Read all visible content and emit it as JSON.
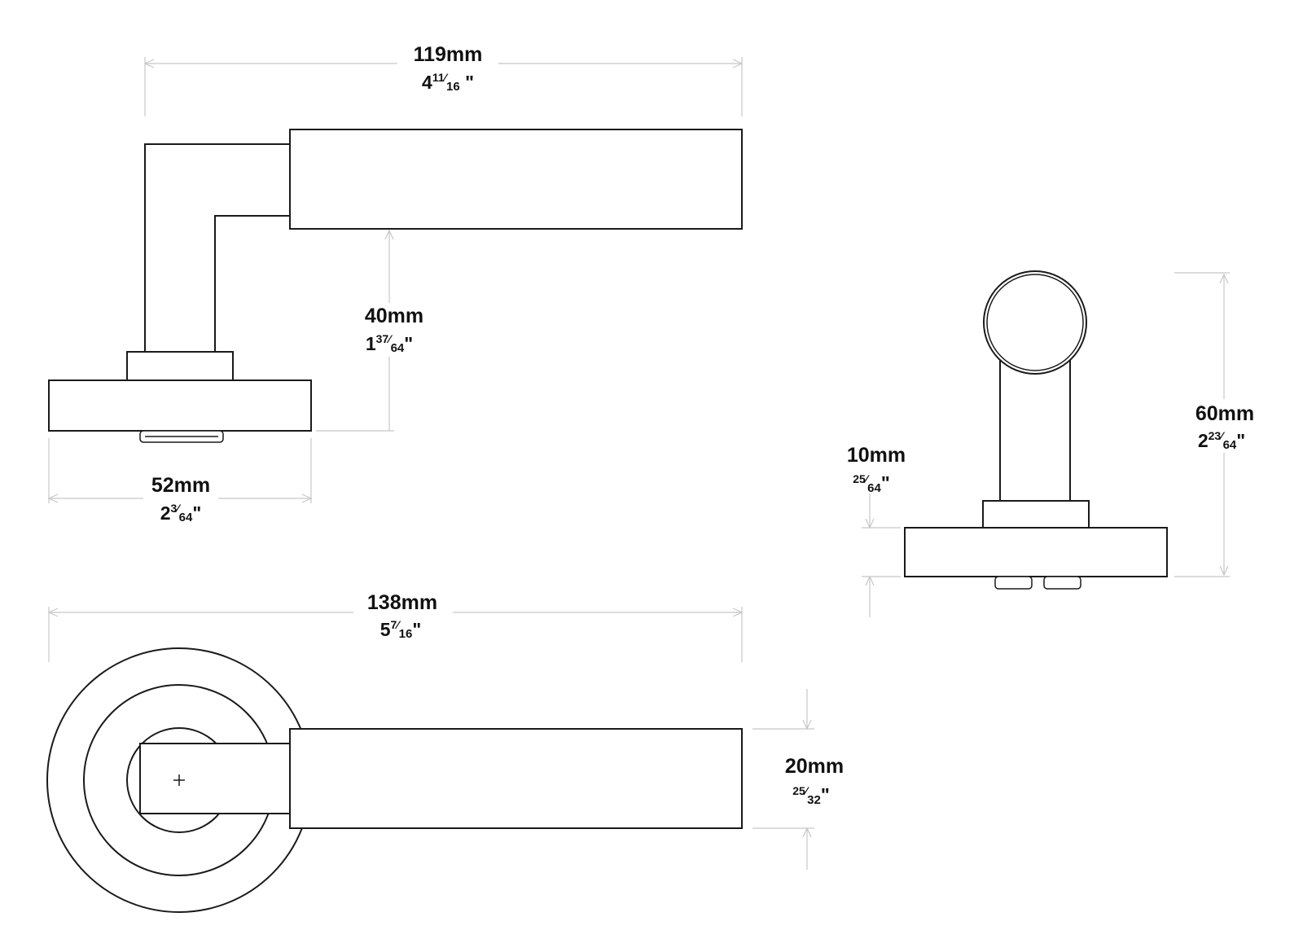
{
  "dimensions": {
    "length": {
      "mm": "119mm",
      "whole": "4",
      "num": "11",
      "den": "16",
      "unit": "\""
    },
    "projection": {
      "mm": "40mm",
      "whole": "1",
      "num": "37",
      "den": "64",
      "unit": "\""
    },
    "rose_width": {
      "mm": "52mm",
      "whole": "2",
      "num": "3",
      "den": "64",
      "unit": "\""
    },
    "rose_thickness": {
      "mm": "10mm",
      "whole": "",
      "num": "25",
      "den": "64",
      "unit": "\""
    },
    "height": {
      "mm": "60mm",
      "whole": "2",
      "num": "23",
      "den": "64",
      "unit": "\""
    },
    "overall_length": {
      "mm": "138mm",
      "whole": "5",
      "num": "7",
      "den": "16",
      "unit": "\""
    },
    "grip_width": {
      "mm": "20mm",
      "whole": "",
      "num": "25",
      "den": "32",
      "unit": "\""
    }
  },
  "colors": {
    "outline": "#1a1a1a",
    "dimension_line": "#c8c8c8",
    "text": "#111111"
  }
}
